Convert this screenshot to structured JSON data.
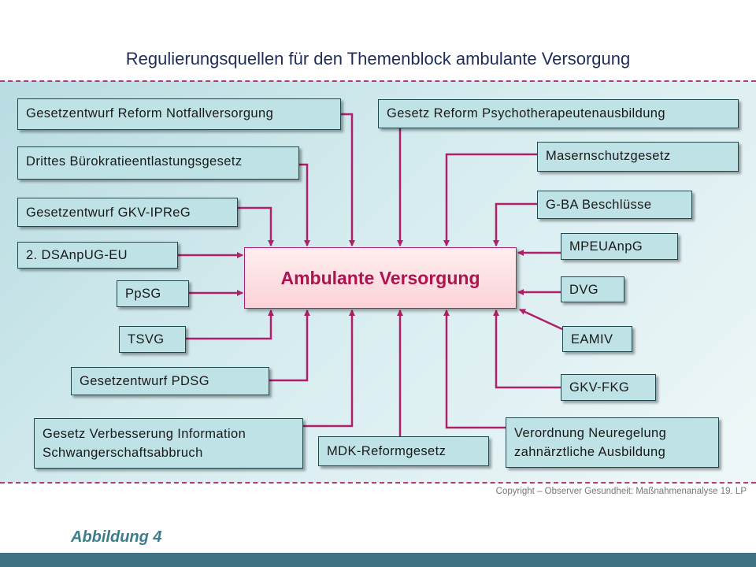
{
  "title": "Regulierungsquellen für den Themenblock ambulante Versorgung",
  "center": "Ambulante Versorgung",
  "sources": {
    "notfall": "Gesetzentwurf  Reform  Notfallversorgung",
    "buerokratie": "Drittes  Bürokratieentlastungsgesetz",
    "ipreg": "Gesetzentwurf  GKV-IPReG",
    "dsanpug": "2. DSAnpUG-EU",
    "ppsg": "PpSG",
    "tsvg": "TSVG",
    "pdsg": "Gesetzentwurf  PDSG",
    "schwanger_line1": "Gesetz  Verbesserung  Information",
    "schwanger_line2": "Schwangerschaftsabbruch",
    "mdk": "MDK-Reformgesetz",
    "psycho": "Gesetz  Reform  Psychotherapeutenausbildung",
    "masern": "Masernschutzgesetz",
    "gba": "G-BA  Beschlüsse",
    "mpeu": "MPEUAnpG",
    "dvg": "DVG",
    "eamiv": "EAMIV",
    "fkg": "GKV-FKG",
    "zahn_line1": "Verordnung  Neuregelung",
    "zahn_line2": "zahnärztliche  Ausbildung"
  },
  "copyright": "Copyright – Observer Gesundheit: Maßnahmenanalyse 19. LP",
  "figure_label": "Abbildung 4",
  "colors": {
    "arrow": "#b0206a",
    "box_fill": "#bfe2e6",
    "center_text": "#b0124f"
  }
}
